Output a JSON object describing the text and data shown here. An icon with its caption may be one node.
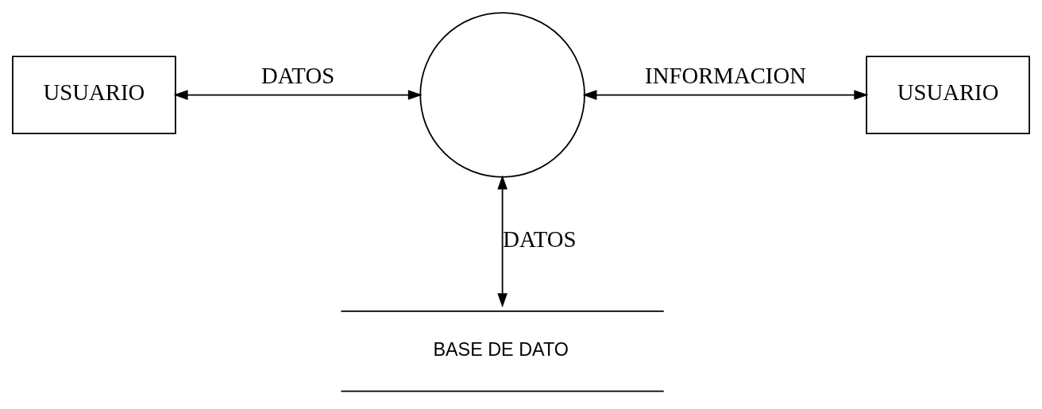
{
  "diagram": {
    "nodes": [
      {
        "text": [
          "USUARIO"
        ]
      },
      {
        "text": [],
        "shape": "circle"
      },
      {
        "text": [
          "USUARIO"
        ]
      },
      {
        "text": [
          "BASE DE DATO"
        ]
      }
    ],
    "edges": [
      {
        "from": 0,
        "to": 1,
        "arrow": "both",
        "label": "DATOS"
      },
      {
        "from": 1,
        "to": 2,
        "arrow": "both",
        "label": "INFORMACION"
      },
      {
        "from": 1,
        "to": 3,
        "arrow": "both",
        "label": "DATOS"
      }
    ]
  }
}
